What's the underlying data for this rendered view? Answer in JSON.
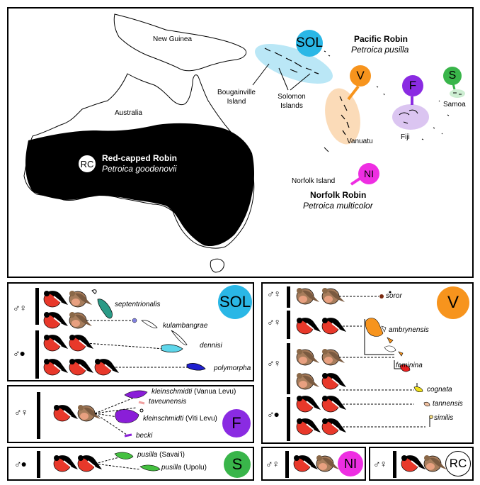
{
  "map": {
    "places": {
      "new_guinea": "New Guinea",
      "australia": "Australia",
      "bougainville": "Bougainville Island",
      "solomon": "Solomon Islands",
      "vanuatu": "Vanuatu",
      "fiji": "Fiji",
      "samoa": "Samoa",
      "norfolk": "Norfolk Island"
    },
    "species": {
      "pacific_common": "Pacific Robin",
      "pacific_latin": "Petroica pusilla",
      "redcapped_common": "Red-capped Robin",
      "redcapped_latin": "Petroica goodenovii",
      "norfolk_common": "Norfolk Robin",
      "norfolk_latin": "Petroica multicolor"
    },
    "badges": {
      "sol": "SOL",
      "v": "V",
      "f": "F",
      "s": "S",
      "ni": "NI",
      "rc": "RC"
    }
  },
  "colors": {
    "sol": "#2ab7e6",
    "v": "#f7941d",
    "f": "#8a2be2",
    "s": "#39b54a",
    "ni": "#ee2ee2",
    "land": "#000000",
    "robin_red": "#e8382a",
    "robin_brown": "#a67c5b"
  },
  "symbols": {
    "male": "♂",
    "female": "♀",
    "female_filled": "●"
  },
  "panels": {
    "sol": {
      "subspecies": [
        "septentrionalis",
        "kulambangrae",
        "dennisi",
        "polymorpha"
      ]
    },
    "v": {
      "subspecies": [
        "soror",
        "ambrynensis",
        "feminina",
        "cognata",
        "tannensis",
        "similis"
      ]
    },
    "f": {
      "subspecies": [
        "kleinschmidti",
        "(Vanua Levu)",
        "taveunensis",
        "kleinschmidti",
        "(Viti Levu)",
        "becki"
      ]
    },
    "s": {
      "subspecies": [
        "pusilla",
        "(Savai'i)",
        "pusilla",
        "(Upolu)"
      ]
    }
  }
}
